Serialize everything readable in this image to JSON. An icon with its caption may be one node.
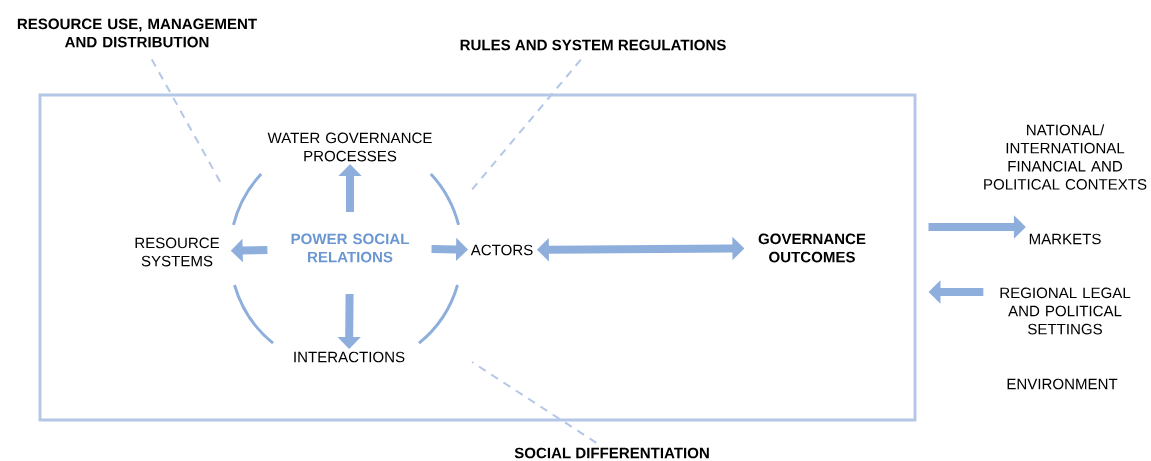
{
  "diagram": {
    "nodes": [
      {
        "text": [],
        "shape": "box"
      },
      {
        "text": [
          "WATER GOVERNANCE PROCESSES"
        ],
        "in": 0
      },
      {
        "text": [
          "RESOURCE SYSTEMS"
        ],
        "in": 0
      },
      {
        "text": [
          "POWER SOCIAL RELATIONS"
        ],
        "in": 0
      },
      {
        "text": [
          "ACTORS"
        ],
        "in": 0
      },
      {
        "text": [
          "INTERACTIONS"
        ],
        "in": 0
      },
      {
        "text": [
          "GOVERNANCE OUTCOMES"
        ],
        "in": 0
      },
      {
        "text": [
          "RESOURCE USE, MANAGEMENT AND DISTRIBUTION"
        ]
      },
      {
        "text": [
          "RULES AND SYSTEM REGULATIONS"
        ]
      },
      {
        "text": [
          "SOCIAL DIFFERENTIATION"
        ]
      },
      {
        "text": [
          "NATIONAL/ INTERNATIONAL FINANCIAL AND POLITICAL CONTEXTS"
        ]
      },
      {
        "text": [
          "MARKETS"
        ]
      },
      {
        "text": [
          "REGIONAL LEGAL AND POLITICAL SETTINGS"
        ]
      },
      {
        "text": [
          "ENVIRONMENT"
        ]
      }
    ],
    "edges": [
      {
        "from": 3,
        "to": 1,
        "arrow": "to"
      },
      {
        "from": 3,
        "to": 2,
        "arrow": "to"
      },
      {
        "from": 3,
        "to": 4,
        "arrow": "to"
      },
      {
        "from": 3,
        "to": 5,
        "arrow": "to"
      },
      {
        "from": 4,
        "to": 6,
        "arrow": "both"
      },
      {
        "from": 0,
        "to": 11,
        "arrow": "to"
      },
      {
        "from": 12,
        "to": 0,
        "arrow": "to"
      },
      {
        "from": 7,
        "to": null,
        "arrow": "none",
        "style": "dashed"
      },
      {
        "from": 8,
        "to": null,
        "arrow": "none",
        "style": "dashed"
      },
      {
        "from": 9,
        "to": null,
        "arrow": "none",
        "style": "dashed"
      }
    ]
  }
}
